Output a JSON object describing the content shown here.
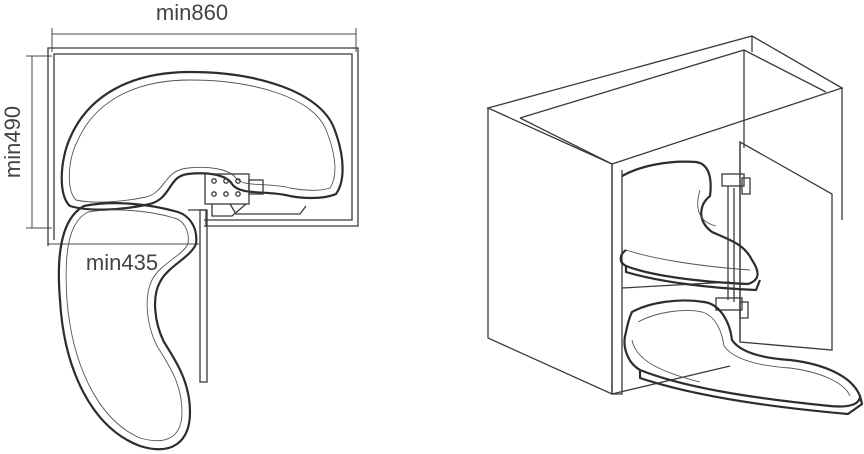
{
  "dimensions": {
    "width_label": "min860",
    "depth_label": "min490",
    "door_label": "min435"
  },
  "colors": {
    "line": "#2d2d2d",
    "text": "#444444",
    "background": "#ffffff"
  }
}
